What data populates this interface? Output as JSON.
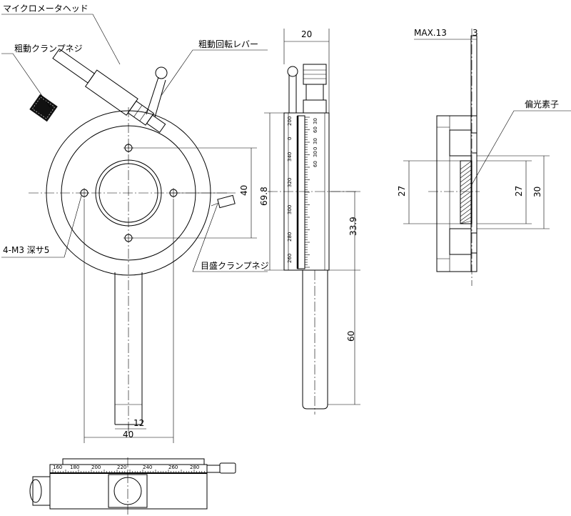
{
  "labels": {
    "micrometer_head": "マイクロメータヘッド",
    "coarse_clamp_screw": "粗動クランプネジ",
    "coarse_rotation_lever": "粗動回転レバー",
    "tapped_holes": "4-M3 深サ5",
    "scale_clamp_screw": "目盛クランプネジ",
    "polarizer": "偏光素子"
  },
  "dimensions": {
    "front_bore_40": "40",
    "front_pcd_69_8": "69.8",
    "front_rod_12": "12",
    "front_width_40": "40",
    "side_width_20": "20",
    "side_33_9": "33.9",
    "side_60": "60",
    "right_max13": "MAX.13",
    "right_3": "3",
    "right_27_left": "27",
    "right_27_inner": "27",
    "right_30": "30"
  },
  "vertical_scale": [
    "200",
    "0",
    "340",
    "320",
    "300",
    "280",
    "260"
  ],
  "vernier_scale": [
    "30",
    "60",
    "30",
    "0",
    "30",
    "60"
  ],
  "bottom_scale": [
    "160",
    "180",
    "200",
    "220",
    "240",
    "260",
    "280"
  ]
}
